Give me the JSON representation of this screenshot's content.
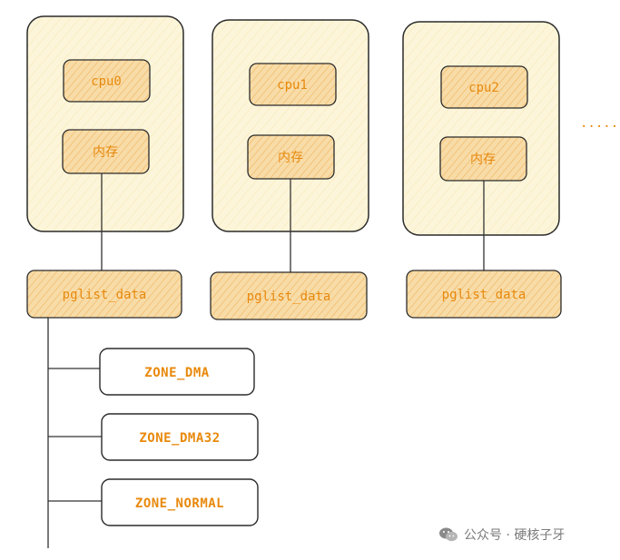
{
  "nodes": [
    {
      "cpu": "cpu0",
      "memory": "内存",
      "pglist": "pglist_data"
    },
    {
      "cpu": "cpu1",
      "memory": "内存",
      "pglist": "pglist_data"
    },
    {
      "cpu": "cpu2",
      "memory": "内存",
      "pglist": "pglist_data"
    }
  ],
  "ellipsis": ".....",
  "zones": [
    "ZONE_DMA",
    "ZONE_DMA32",
    "ZONE_NORMAL"
  ],
  "watermark": {
    "text": "公众号 · 硬核子牙",
    "icon": "wechat-icon"
  },
  "colors": {
    "container_fill": "#fdf5d9",
    "container_stroke": "#2b2b2b",
    "box_fill": "#f8dca8",
    "hatch": "#f0b966",
    "text_accent": "#e8890c",
    "line": "#333333"
  }
}
